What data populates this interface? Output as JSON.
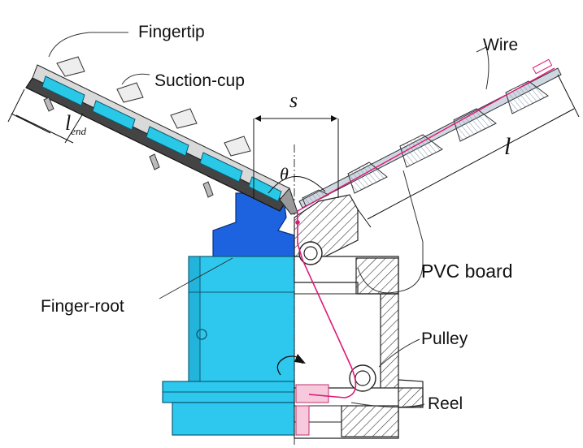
{
  "labels": {
    "fingertip": "Fingertip",
    "suction_cup": "Suction-cup",
    "wire": "Wire",
    "s": "s",
    "l": "l",
    "l_end_main": "l",
    "l_end_sub": "end",
    "theta": "θ",
    "pvc_board": "PVC  board",
    "finger_root": "Finger-root",
    "pulley": "Pulley",
    "reel": "Reel"
  },
  "colors": {
    "body_blue": "#2ec8ee",
    "dark_blue": "#1d63e0",
    "wire_pink": "#e0187a",
    "hatch": "#333333",
    "board_dark": "#444444"
  }
}
